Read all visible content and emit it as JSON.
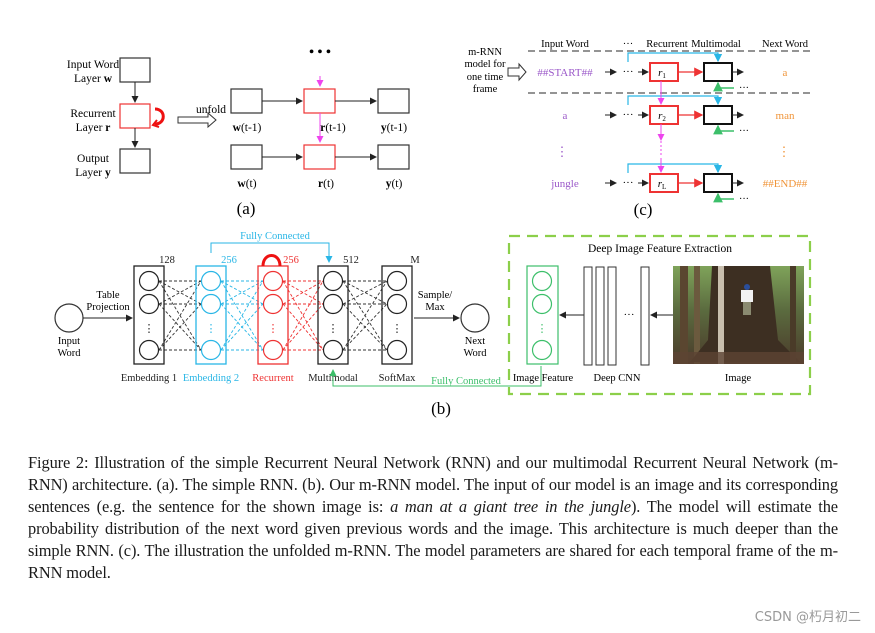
{
  "figure": {
    "panel_a": {
      "label": "(a)",
      "left_labels": [
        {
          "line1": "Input Word",
          "line2_prefix": "Layer ",
          "line2_bold": "w"
        },
        {
          "line1": "Recurrent",
          "line2_prefix": "Layer ",
          "line2_bold": "r"
        },
        {
          "line1": "Output",
          "line2_prefix": "Layer ",
          "line2_bold": "y"
        }
      ],
      "unfold_label": "unfold",
      "ellipsis": "• • •",
      "unfolded_labels": {
        "w_prev": {
          "bold": "w",
          "rest": "(t-1)"
        },
        "r_prev": {
          "bold": "r",
          "rest": "(t-1)"
        },
        "y_prev": {
          "bold": "y",
          "rest": "(t-1)"
        },
        "w_t": {
          "bold": "w",
          "rest": "(t)"
        },
        "r_t": {
          "bold": "r",
          "rest": "(t)"
        },
        "y_t": {
          "bold": "y",
          "rest": "(t)"
        }
      }
    },
    "panel_b": {
      "label": "(b)",
      "input_word": [
        "Input",
        "Word"
      ],
      "table_projection": [
        "Table",
        "Projection"
      ],
      "layers": [
        {
          "name": "Embedding 1",
          "size": "128",
          "color": "#222222"
        },
        {
          "name": "Embedding 2",
          "size": "256",
          "color": "#29b6e6"
        },
        {
          "name": "Recurrent",
          "size": "256",
          "color": "#ee3333"
        },
        {
          "name": "Multimodal",
          "size": "512",
          "color": "#222222"
        },
        {
          "name": "SoftMax",
          "size": "M",
          "color": "#222222"
        }
      ],
      "sample_max": [
        "Sample/",
        "Max"
      ],
      "next_word": [
        "Next",
        "Word"
      ],
      "fully_connected_top": "Fully Connected",
      "fully_connected_bottom": "Fully Connected",
      "deep_image": {
        "title": "Deep Image Feature Extraction",
        "image_feature": "Image Feature",
        "deep_cnn": "Deep CNN",
        "cnn_ellipsis": "···",
        "image": "Image"
      }
    },
    "panel_c": {
      "label": "(c)",
      "side_label": [
        "m-RNN",
        "model for",
        "one time",
        "frame"
      ],
      "headers": {
        "input": "Input Word",
        "dots": "···",
        "recurrent": "Recurrent",
        "multimodal": "Multimodal",
        "next": "Next Word"
      },
      "rows": [
        {
          "input": "##START##",
          "r": "r",
          "sub": "1",
          "next": "a"
        },
        {
          "input": "a",
          "r": "r",
          "sub": "2",
          "next": "man"
        },
        {
          "input": "jungle",
          "r": "r",
          "sub": "L",
          "next": "##END##"
        }
      ],
      "vdots": "⋮",
      "dots": "···"
    },
    "colors": {
      "blue": "#29b6e6",
      "red": "#ee3333",
      "magenta": "#ee44ee",
      "green": "#3cbf6a",
      "green_dashed": "#8ccf4a",
      "purple": "#9b59c9",
      "orange": "#f0953a"
    }
  },
  "caption": {
    "prefix": "Figure 2: Illustration of the simple Recurrent Neural Network (RNN) and our multimodal Recurrent Neural Network (m-RNN) architecture. (a). The simple RNN. (b). Our m-RNN model. The input of our model is an image and its corresponding sentences (e.g. the sentence for the shown image is: ",
    "italic": "a man at a giant tree in the jungle",
    "suffix": "). The model will estimate the probability distribution of the next word given previous words and the image. This architecture is much deeper than the simple RNN. (c). The illustration the unfolded m-RNN. The model parameters are shared for each temporal frame of the m-RNN model."
  },
  "watermark": "CSDN @朽月初二"
}
